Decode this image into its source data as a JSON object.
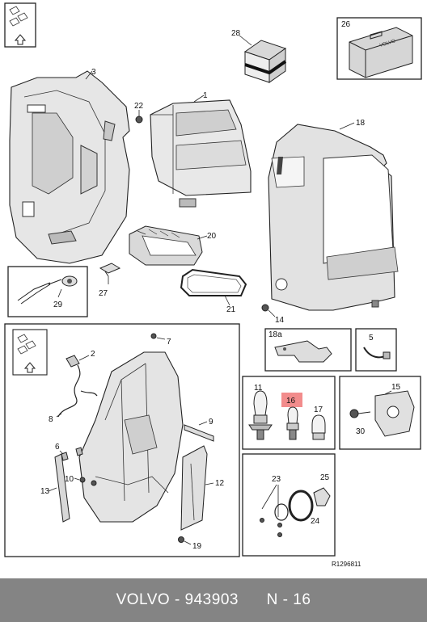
{
  "diagram": {
    "reference_code": "R1296811",
    "callouts": [
      "1",
      "2",
      "3",
      "5",
      "6",
      "7",
      "8",
      "9",
      "10",
      "11",
      "12",
      "13",
      "14",
      "15",
      "16",
      "17",
      "18",
      "18a",
      "19",
      "20",
      "21",
      "22",
      "23",
      "24",
      "25",
      "26",
      "27",
      "28",
      "29",
      "30"
    ],
    "highlighted_callout": "16",
    "colors": {
      "highlight": "#f28c8c",
      "footer_bg": "#848484",
      "line": "#222222",
      "shade": "#bdbdbd"
    }
  },
  "labels": {
    "p1": "1",
    "p2": "2",
    "p3": "3",
    "p5": "5",
    "p6": "6",
    "p7": "7",
    "p8": "8",
    "p9": "9",
    "p10": "10",
    "p11": "11",
    "p12": "12",
    "p13": "13",
    "p14": "14",
    "p15": "15",
    "p16": "16",
    "p17": "17",
    "p18": "18",
    "p18a": "18a",
    "p19": "19",
    "p20": "20",
    "p21": "21",
    "p22": "22",
    "p23": "23",
    "p24": "24",
    "p25": "25",
    "p26": "26",
    "p27": "27",
    "p28": "28",
    "p29": "29",
    "p30": "30"
  },
  "kit_brand": "VOLVO",
  "footer": {
    "brand": "VOLVO",
    "separator": "-",
    "part_number": "943903",
    "position": "N - 16"
  }
}
